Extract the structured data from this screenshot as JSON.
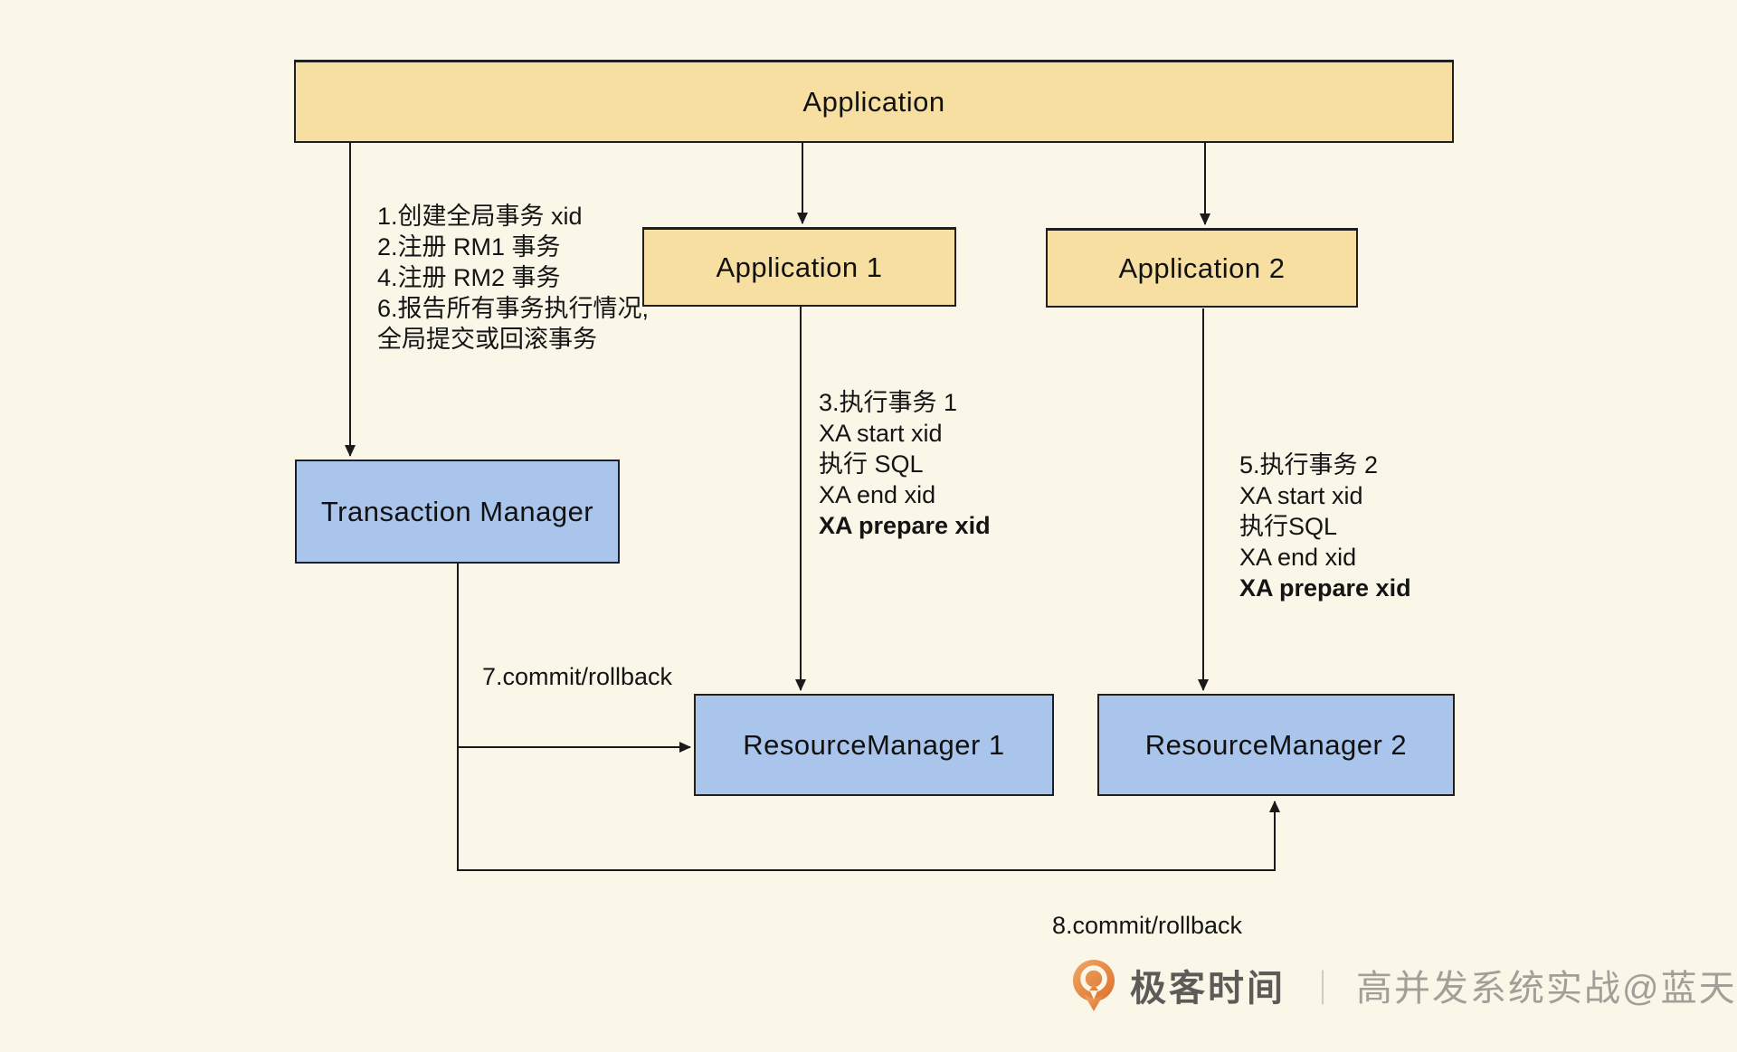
{
  "colors": {
    "background": "#faf7e9",
    "node_yellow": "#f7dfa2",
    "node_blue": "#a9c5eb",
    "line": "#1a1a1a",
    "logo_orange": "#e2762f"
  },
  "nodes": {
    "application": {
      "label": "Application"
    },
    "application1": {
      "label": "Application 1"
    },
    "application2": {
      "label": "Application 2"
    },
    "transaction_manager": {
      "label": "Transaction Manager"
    },
    "resource_manager1": {
      "label": "ResourceManager 1"
    },
    "resource_manager2": {
      "label": "ResourceManager 2"
    }
  },
  "annotations": {
    "tm_steps": [
      "1.创建全局事务 xid",
      "2.注册 RM1 事务",
      "4.注册 RM2 事务",
      "6.报告所有事务执行情况,",
      "全局提交或回滚事务"
    ],
    "rm1_steps": [
      "3.执行事务 1",
      "XA start xid",
      "执行 SQL",
      "XA end xid",
      "XA prepare xid"
    ],
    "rm2_steps": [
      "5.执行事务 2",
      "XA start xid",
      "执行SQL",
      "XA end xid",
      "XA prepare xid"
    ],
    "commit_rollback_7": "7.commit/rollback",
    "commit_rollback_8": "8.commit/rollback"
  },
  "watermark": {
    "brand": "极客时间",
    "divider": "｜",
    "course": "高并发系统实战@蓝天"
  }
}
